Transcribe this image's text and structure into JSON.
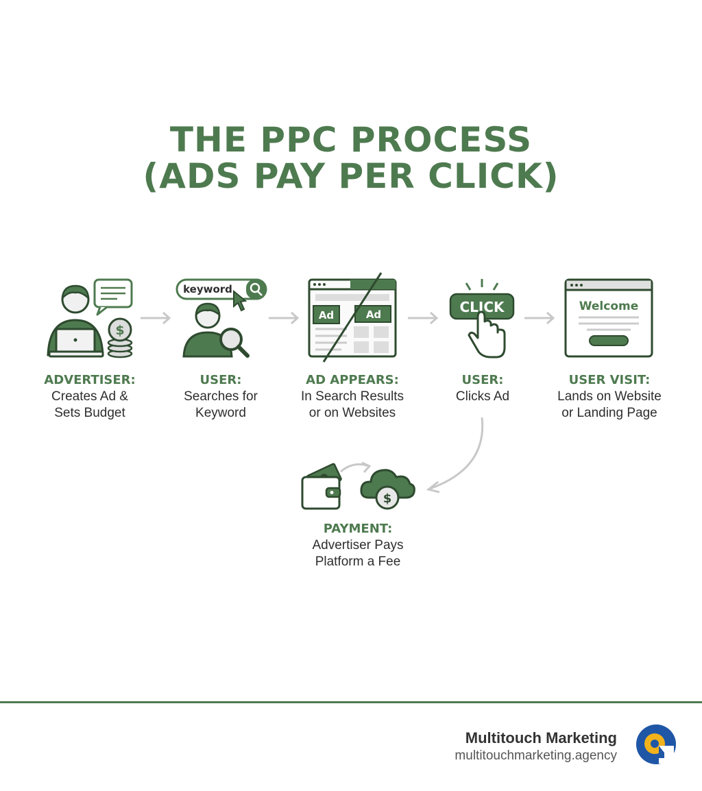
{
  "title": {
    "line1": "THE PPC PROCESS",
    "line2": "(ADS PAY PER CLICK)"
  },
  "steps": [
    {
      "label": "ADVERTISER:",
      "line1": "Creates Ad &",
      "line2": "Sets Budget"
    },
    {
      "label": "USER:",
      "line1": "Searches for",
      "line2": "Keyword",
      "search_text": "keyword"
    },
    {
      "label": "AD APPEARS:",
      "line1": "In Search Results",
      "line2": "or on Websites",
      "ad_text": "Ad"
    },
    {
      "label": "USER:",
      "line1": "Clicks Ad",
      "button_text": "CLICK"
    },
    {
      "label": "USER VISIT:",
      "line1": "Lands on Website",
      "line2": "or Landing Page",
      "page_text": "Welcome"
    }
  ],
  "payment": {
    "label": "PAYMENT:",
    "line1": "Advertiser Pays",
    "line2": "Platform a Fee"
  },
  "brand": {
    "name": "Multitouch Marketing",
    "url": "multitouchmarketing.agency"
  },
  "colors": {
    "primary": "#4e7a4f",
    "accent_blue": "#1f56a6",
    "accent_yellow": "#f2b21c"
  }
}
